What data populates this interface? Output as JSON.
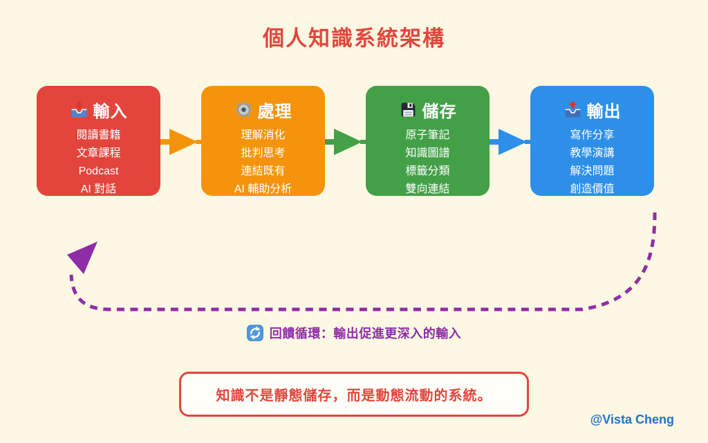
{
  "page": {
    "title": "個人知識系統架構",
    "background": "#FCF8E3",
    "title_color": "#E3453C"
  },
  "stages": [
    {
      "icon": "inbox-tray",
      "title": "輸入",
      "color": "#E3453C",
      "items": [
        "閱讀書籍",
        "文章課程",
        "Podcast",
        "AI 對話"
      ]
    },
    {
      "icon": "gear",
      "title": "處理",
      "color": "#F5940C",
      "items": [
        "理解消化",
        "批判思考",
        "連結既有",
        "AI 輔助分析"
      ]
    },
    {
      "icon": "floppy-disk",
      "title": "儲存",
      "color": "#43A047",
      "items": [
        "原子筆記",
        "知識圖譜",
        "標籤分類",
        "雙向連結"
      ]
    },
    {
      "icon": "outbox-tray",
      "title": "輸出",
      "color": "#2E8FE9",
      "items": [
        "寫作分享",
        "教學演講",
        "解決問題",
        "創造價值"
      ]
    }
  ],
  "connectors": [
    {
      "color": "#F5940C"
    },
    {
      "color": "#43A047"
    },
    {
      "color": "#2E8FE9"
    }
  ],
  "feedback": {
    "icon": "cycle",
    "label": "回饋循環：輸出促進更深入的輸入",
    "color": "#8F2DA8"
  },
  "statement": {
    "text": "知識不是靜態儲存，而是動態流動的系統。",
    "text_color": "#E3453C",
    "border_color": "#E3453C",
    "background": "#FFFEF8"
  },
  "credit": {
    "text": "@Vista Cheng",
    "color": "#2570C8"
  }
}
